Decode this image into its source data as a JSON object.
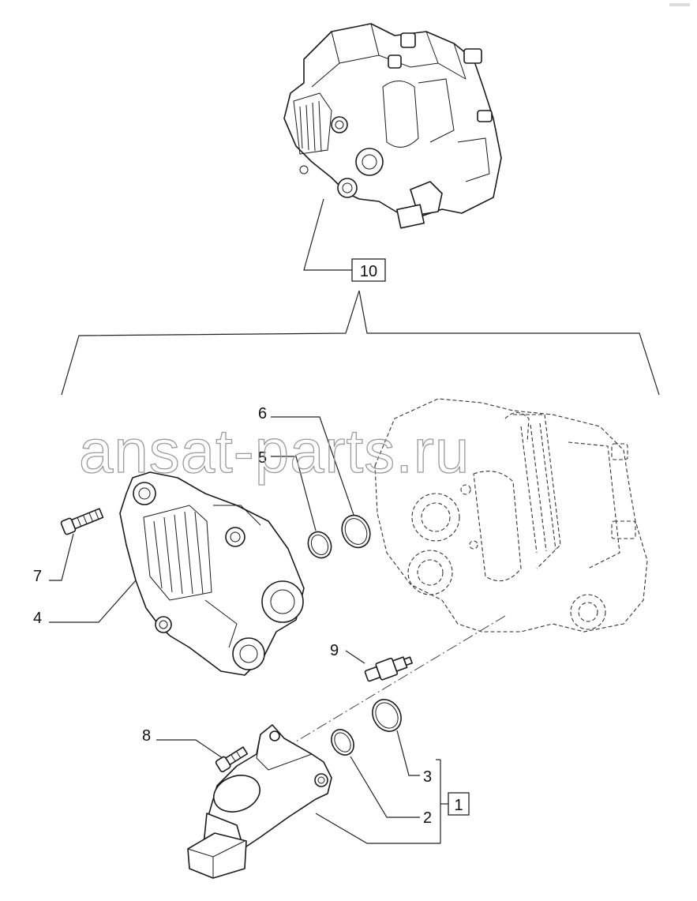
{
  "watermark": "ansat-parts.ru",
  "callouts": {
    "c1": "1",
    "c2": "2",
    "c3": "3",
    "c4": "4",
    "c5": "5",
    "c6": "6",
    "c7": "7",
    "c8": "8",
    "c9": "9",
    "c10": "10"
  }
}
